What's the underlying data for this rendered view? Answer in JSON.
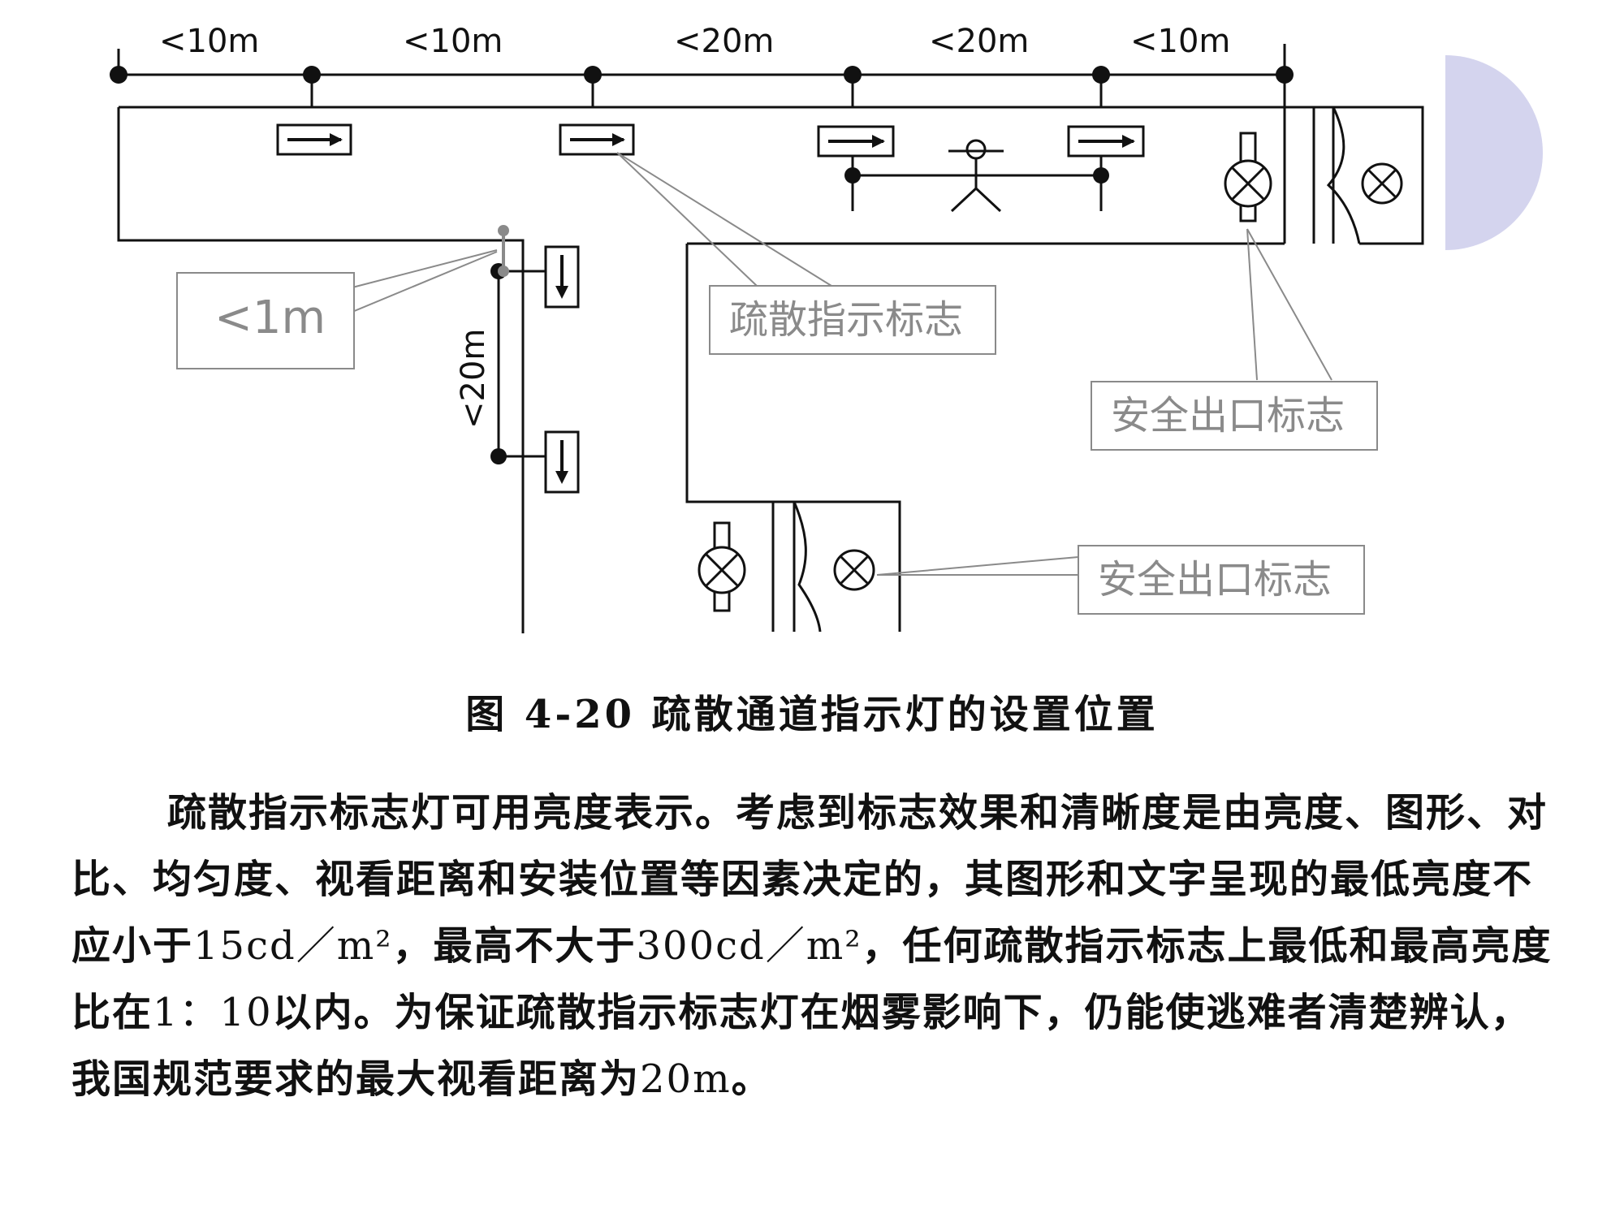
{
  "diagram": {
    "top_distances": [
      "<10m",
      "<10m",
      "<20m",
      "<20m",
      "<10m"
    ],
    "vertical_distance": "<20m",
    "callout_near_wall": "<1m",
    "callout_evacuation_sign": "疏散指示标志",
    "callout_exit_sign_1": "安全出口标志",
    "callout_exit_sign_2": "安全出口标志",
    "colors": {
      "line": "#111111",
      "callout": "#8a8a8a",
      "accent_semicircle": "#d4d4ee"
    }
  },
  "caption": "图 4-20   疏散通道指示灯的设置位置",
  "body": {
    "p1": "疏散指示标志灯可用亮度表示。考虑到标志效果和清晰度是由亮度、图形、对比、均匀度、视看距离和安装位置等因素决定的，其图形和文字呈现的最低亮度不应小于",
    "v1": "15cd／m²",
    "p2": "，最高不大于",
    "v2": "300cd／m²",
    "p3": "，任何疏散指示标志上最低和最高亮度比在",
    "v3": "1：10",
    "p4": "以内。为保证疏散指示标志灯在烟雾影响下，仍能使逃难者清楚辨认，我国规范要求的最大视看距离为",
    "v4": "20m",
    "p5": "。"
  }
}
